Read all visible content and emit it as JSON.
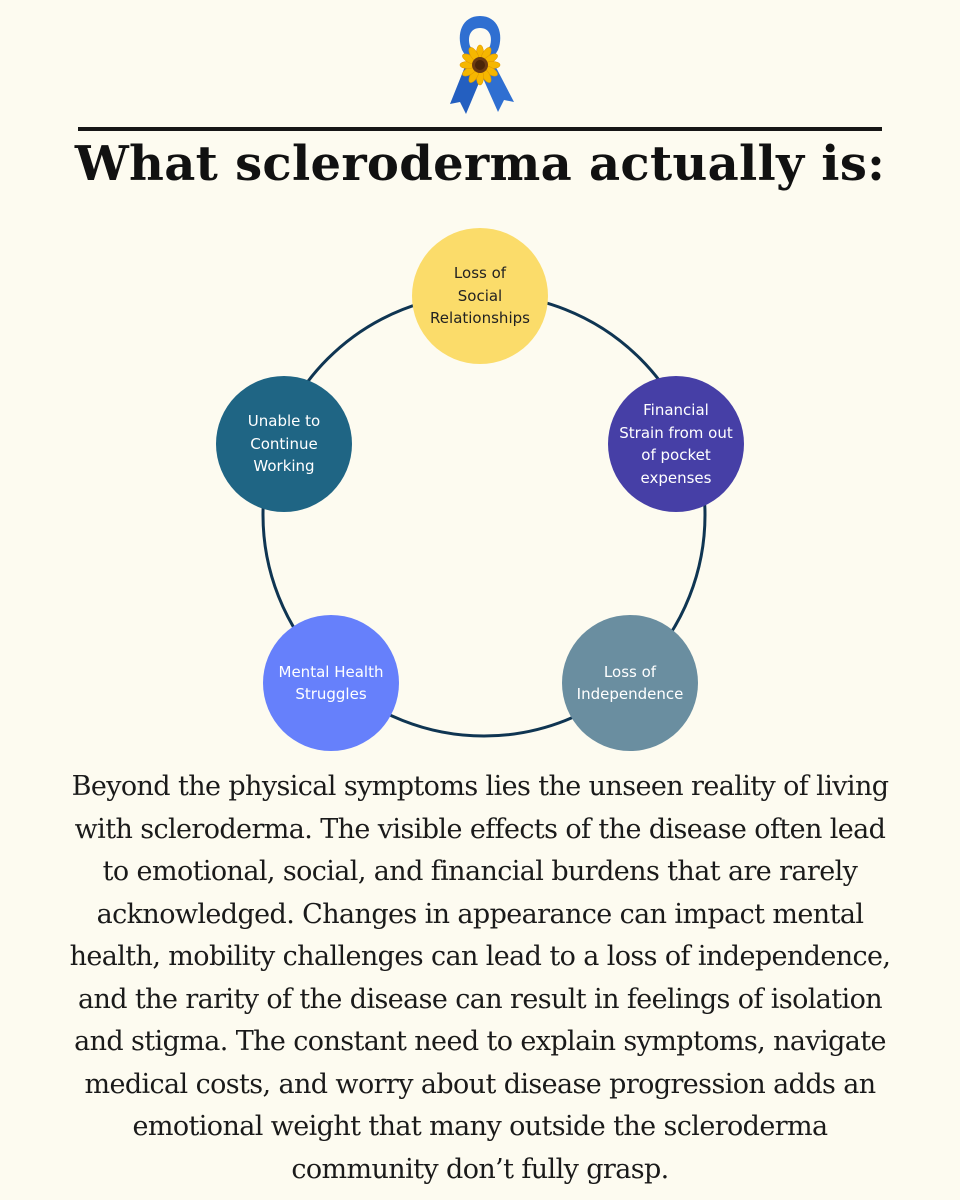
{
  "title": "What scleroderma actually is:",
  "icon": {
    "name": "awareness-ribbon-sunflower-icon",
    "ribbon_color": "#2f6fd1",
    "flower_color": "#f4b400"
  },
  "diagram": {
    "ring_color": "#0f3552",
    "nodes": [
      {
        "id": "social",
        "label": "Loss of\nSocial\nRelationships",
        "fill": "#fbdc6a",
        "text_color": "#222222"
      },
      {
        "id": "financial",
        "label": "Financial\nStrain from out\nof pocket\nexpenses",
        "fill": "#463fa6",
        "text_color": "#ffffff"
      },
      {
        "id": "independence",
        "label": "Loss of\nIndependence",
        "fill": "#6a8ea0",
        "text_color": "#ffffff"
      },
      {
        "id": "mental",
        "label": "Mental Health\nStruggles",
        "fill": "#6680fb",
        "text_color": "#ffffff"
      },
      {
        "id": "working",
        "label": "Unable to\nContinue\nWorking",
        "fill": "#1f6584",
        "text_color": "#ffffff"
      }
    ]
  },
  "body": "Beyond the physical symptoms lies the unseen reality of living\nwith scleroderma. The visible effects of the disease often lead\nto emotional, social, and financial burdens that are rarely\nacknowledged. Changes in appearance can impact mental\nhealth, mobility challenges can lead to a loss of independence,\nand the rarity of the disease can result in feelings of isolation\nand stigma. The constant need to explain symptoms, navigate\nmedical costs, and worry about disease progression adds an\nemotional weight that many outside the scleroderma\ncommunity don’t fully grasp."
}
